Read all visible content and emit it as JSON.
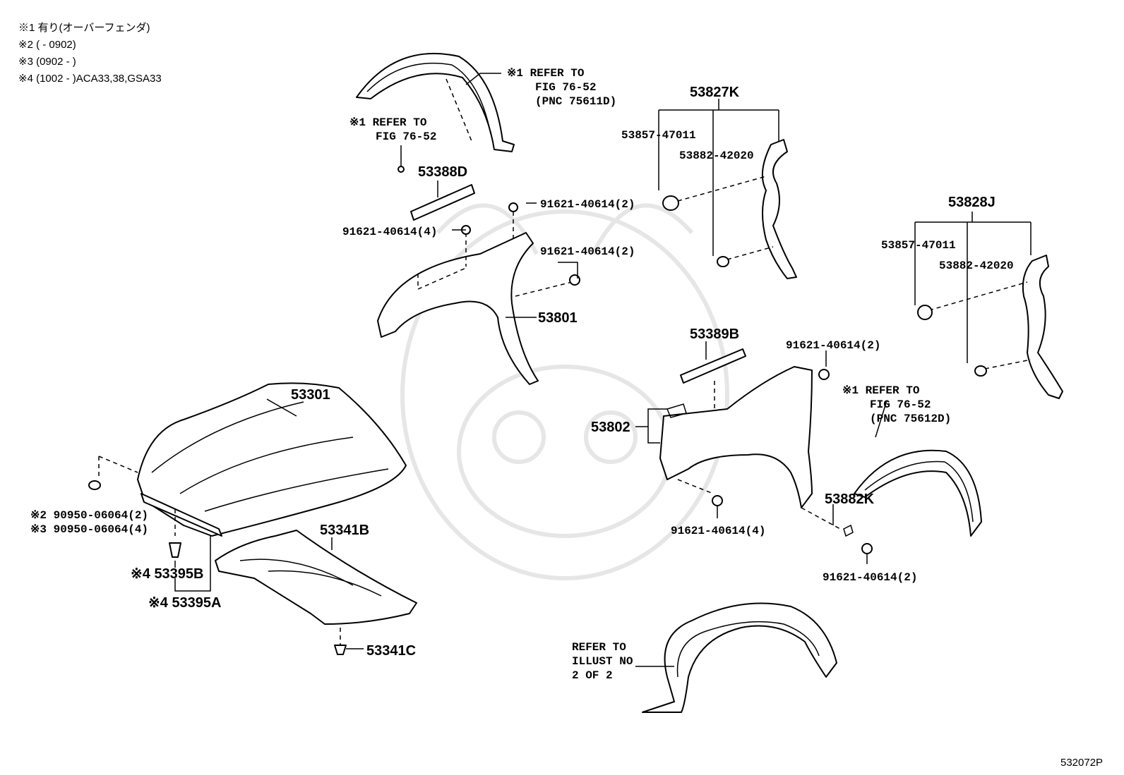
{
  "notes": [
    "※1 有り(オーバーフェンダ)",
    "※2 (      - 0902)",
    "※3 (0902 -       )",
    "※4 (1002 -       )ACA33,38,GSA33"
  ],
  "labels": {
    "refer_top_1": "※1 REFER TO",
    "refer_top_2": "FIG 76-52",
    "refer_top_3": "(PNC 75611D)",
    "refer_mid_1": "※1 REFER TO",
    "refer_mid_2": "FIG 76-52",
    "refer_right_1": "※1 REFER TO",
    "refer_right_2": "FIG 76-52",
    "refer_right_3": "(PNC 75612D)",
    "refer_illust_1": "REFER TO",
    "refer_illust_2": "ILLUST NO",
    "refer_illust_3": "2 OF 2",
    "p53388d": "53388D",
    "p53801": "53801",
    "p53827k": "53827K",
    "p53828j": "53828J",
    "p53389b": "53389B",
    "p53301": "53301",
    "p53802": "53802",
    "p53882k": "53882K",
    "p53341b": "53341B",
    "p53341c": "53341C",
    "p53395b": "※4 53395B",
    "p53395a": "※4 53395A",
    "clip_a": "53857-47011",
    "clip_b": "53882-42020",
    "bolt_2a": "91621-40614(2)",
    "bolt_2b": "91621-40614(2)",
    "bolt_2c": "91621-40614(2)",
    "bolt_2d": "91621-40614(2)",
    "bolt_4a": "91621-40614(4)",
    "bolt_4b": "91621-40614(4)",
    "plug_2": "※2 90950-06064(2)",
    "plug_4": "※3 90950-06064(4)"
  },
  "figure_code": "532072P"
}
